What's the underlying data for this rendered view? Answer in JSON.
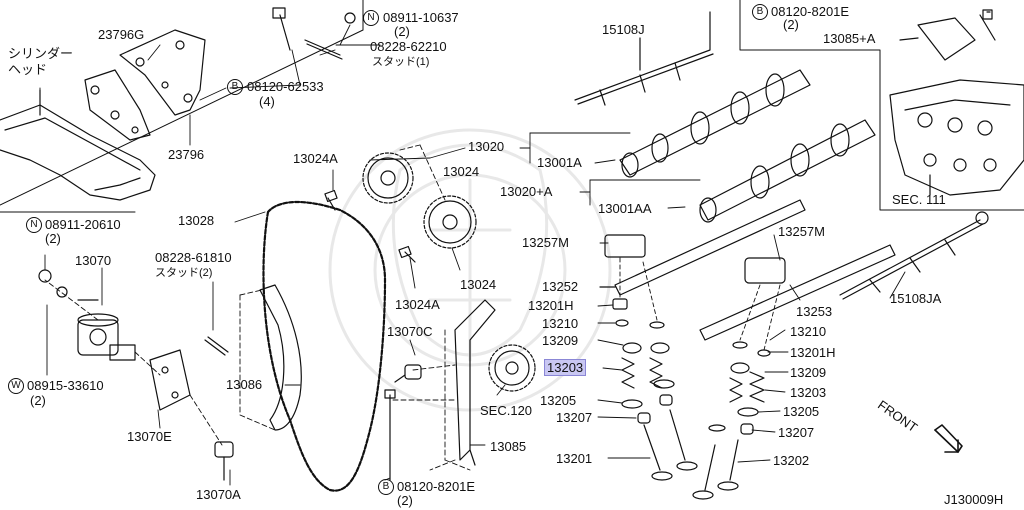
{
  "labels": {
    "cyl_head": "シリンダー\nヘッド",
    "p23796G": "23796G",
    "p23796": "23796",
    "p08911_10637": "08911-10637",
    "p08911_10637_qty": "(2)",
    "p08228_62210": "08228-62210",
    "p08228_62210_sub": "スタッド(1)",
    "p08120_62533": "08120-62533",
    "p08120_62533_qty": "(4)",
    "p15108J": "15108J",
    "p08120_8201E_top": "08120-8201E",
    "p08120_8201E_top_qty": "(2)",
    "p13085A": "13085+A",
    "p13020": "13020",
    "p13001A": "13001A",
    "p13020A": "13020+A",
    "p13001AA": "13001AA",
    "sec111": "SEC. 111",
    "p13024A_top": "13024A",
    "p13024_top": "13024",
    "p13024_mid": "13024",
    "p13024A_bot": "13024A",
    "p13028": "13028",
    "p08911_20610": "08911-20610",
    "p08911_20610_qty": "(2)",
    "p13070": "13070",
    "p08228_61810": "08228-61810",
    "p08228_61810_sub": "スタッド(2)",
    "p08915_33610": "08915-33610",
    "p08915_33610_qty": "(2)",
    "p13070E": "13070E",
    "p13070A": "13070A",
    "p13086": "13086",
    "p13070C": "13070C",
    "p13257M_l": "13257M",
    "p13252": "13252",
    "p13201H_l": "13201H",
    "p13210_l": "13210",
    "p13209_l": "13209",
    "p13203_l": "13203",
    "p13205_l": "13205",
    "p13207_l": "13207",
    "p13201": "13201",
    "sec120": "SEC.120",
    "p13085": "13085",
    "p08120_8201E_bot": "08120-8201E",
    "p08120_8201E_bot_qty": "(2)",
    "p13257M_r": "13257M",
    "p15108JA": "15108JA",
    "p13253": "13253",
    "p13210_r": "13210",
    "p13201H_r": "13201H",
    "p13209_r": "13209",
    "p13203_r": "13203",
    "p13205_r": "13205",
    "p13207_r": "13207",
    "p13202": "13202",
    "front": "FRONT",
    "diagram_id": "J130009H"
  },
  "markers": {
    "N": "N",
    "B": "B",
    "W": "W"
  }
}
